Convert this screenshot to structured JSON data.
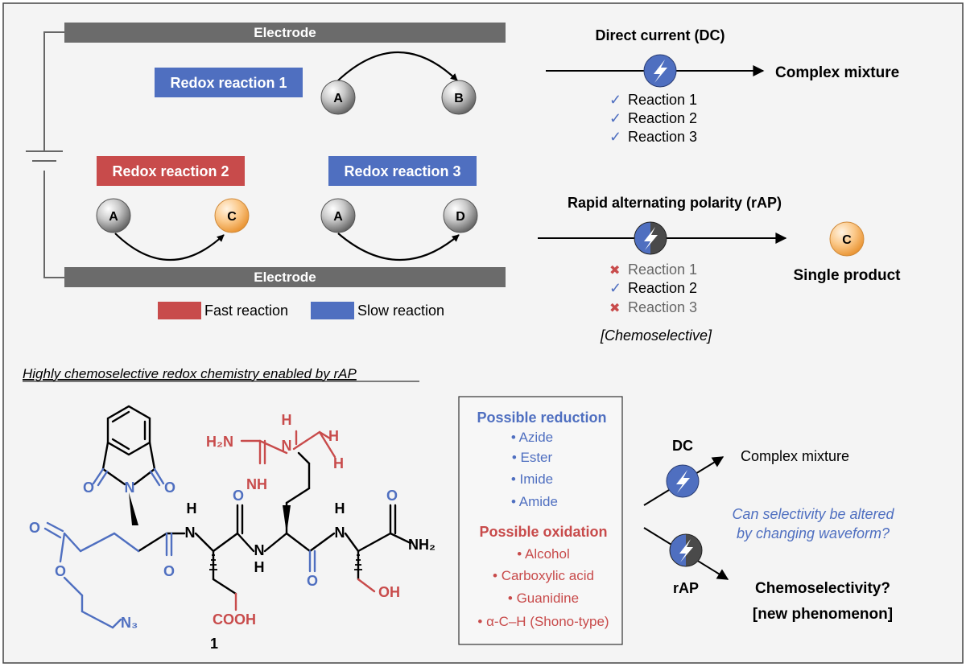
{
  "colors": {
    "blue": "#4f6fc0",
    "red": "#c84b4b",
    "orange": "#f5a94e",
    "electrode": "#6b6b6b",
    "dark_half": "#4a4a4a",
    "panel_bg": "#f4f4f4"
  },
  "top": {
    "electrode_top": "Electrode",
    "electrode_bottom": "Electrode",
    "redox1": "Redox reaction 1",
    "redox2": "Redox reaction 2",
    "redox3": "Redox reaction 3",
    "nodes": {
      "a1": "A",
      "b": "B",
      "a2": "A",
      "c": "C",
      "a3": "A",
      "d": "D"
    },
    "legend": {
      "fast": "Fast reaction",
      "slow": "Slow reaction"
    }
  },
  "dc": {
    "title": "Direct current (DC)",
    "result": "Complex mixture",
    "reactions": [
      {
        "mark": "✓",
        "label": "Reaction 1"
      },
      {
        "mark": "✓",
        "label": "Reaction 2"
      },
      {
        "mark": "✓",
        "label": "Reaction 3"
      }
    ]
  },
  "rap": {
    "title": "Rapid alternating polarity (rAP)",
    "product_label": "C",
    "result": "Single product",
    "reactions": [
      {
        "mark": "✖",
        "label": "Reaction 1"
      },
      {
        "mark": "✓",
        "label": "Reaction 2"
      },
      {
        "mark": "✖",
        "label": "Reaction 3"
      }
    ],
    "note": "[Chemoselective]"
  },
  "bottom": {
    "heading": "Highly chemoselective redox chemistry enabled by rAP",
    "compound_number": "1",
    "reduction": {
      "title": "Possible reduction",
      "items": [
        "• Azide",
        "• Ester",
        "• Imide",
        "• Amide"
      ]
    },
    "oxidation": {
      "title": "Possible oxidation",
      "items": [
        "• Alcohol",
        "• Carboxylic acid",
        "• Guanidine",
        "• α-C–H (Shono-type)"
      ]
    },
    "dc_label": "DC",
    "dc_result": "Complex mixture",
    "question": [
      "Can selectivity be altered",
      "by changing waveform?"
    ],
    "rap_label": "rAP",
    "rap_result": [
      "Chemoselectivity?",
      "[new phenomenon]"
    ]
  },
  "molecule": {
    "O": "O",
    "N": "N",
    "H": "H",
    "NH": "NH",
    "H2N": "H₂N",
    "NH2": "NH₂",
    "N3": "N₃",
    "OH": "OH",
    "COOH": "COOH"
  }
}
